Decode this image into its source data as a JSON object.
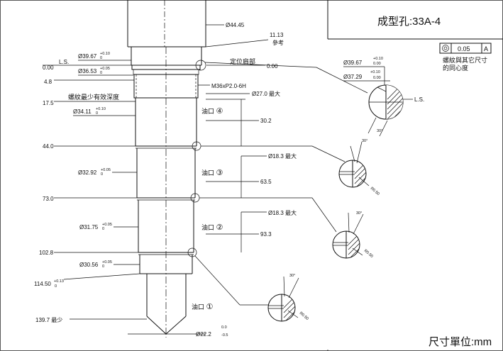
{
  "title_block": {
    "title": "成型孔:33A-4",
    "unit_note": "尺寸單位:mm"
  },
  "tolerance_frame": {
    "symbol": "concentricity-symbol",
    "value": "0.05",
    "datum": "A",
    "note_line1": "螺紋與其它尺寸",
    "note_line2": "的同心度"
  },
  "positions": {
    "ls": "L.S.",
    "ls_value": "0.00",
    "p4_8": "4.8",
    "p17_5": "17.5",
    "p44": "44.0",
    "p73": "73.0",
    "p102_8": "102.8",
    "p114_50": "114.50",
    "p114_tol_upper": "+0.13",
    "p114_tol_lower": "0",
    "p139_7": "139.7 最少"
  },
  "diameters": {
    "top": {
      "text": "44.45"
    },
    "top_ref": {
      "value": "11.13",
      "note": "參考"
    },
    "d39_67": {
      "text": "39.67",
      "tol_upper": "+0.10",
      "tol_lower": "0"
    },
    "d36_53": {
      "text": "36.53",
      "tol_upper": "+0.05",
      "tol_lower": "0"
    },
    "d34_11": {
      "text": "34.11",
      "tol_upper": "+0.10",
      "tol_lower": "0"
    },
    "d32_92": {
      "text": "32.92",
      "tol_upper": "+0.05",
      "tol_lower": "0"
    },
    "d31_75": {
      "text": "31.75",
      "tol_upper": "+0.05",
      "tol_lower": "0"
    },
    "d30_56": {
      "text": "30.56",
      "tol_upper": "+0.05",
      "tol_lower": "0"
    },
    "d22_2": {
      "text": "22.2",
      "tol_upper": "0.0",
      "tol_lower": "-0.5"
    },
    "thread": "M36xP2.0-6H",
    "thread_depth_note": "螺紋最少有效深度",
    "locating_shoulder": "定位肩部",
    "locating_value": "0.00"
  },
  "oil_ports": [
    {
      "label": "油口",
      "number": "④",
      "dia": "27.0",
      "max": "最大",
      "depth": "30.2"
    },
    {
      "label": "油口",
      "number": "③",
      "dia": "18.3",
      "max": "最大",
      "depth": "63.5"
    },
    {
      "label": "油口",
      "number": "②",
      "dia": "18.3",
      "max": "最大",
      "depth": "93.3"
    },
    {
      "label": "油口",
      "number": "①"
    }
  ],
  "details": {
    "top": {
      "d1": "39.67",
      "d1_tol_upper": "+0.10",
      "d1_tol_lower": "0.00",
      "d2": "37.29",
      "d2_tol_upper": "+0.10",
      "d2_tol_lower": "0.00",
      "ls": "L.S.",
      "angle": "30°"
    },
    "groove": {
      "angle": "30°",
      "radius": "R0.50"
    }
  },
  "symbols": {
    "diameter": "Ø"
  }
}
